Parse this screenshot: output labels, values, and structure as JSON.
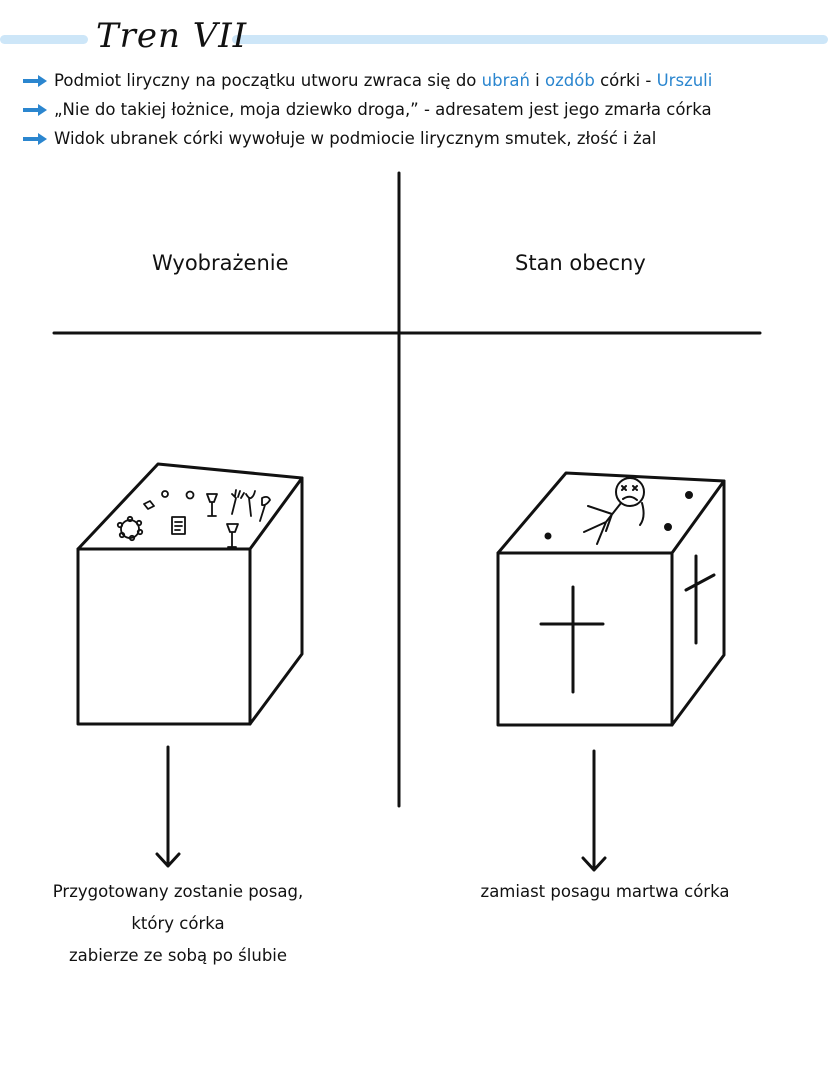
{
  "title": "Tren VII",
  "bullets": [
    {
      "segments": [
        {
          "text": "Podmiot liryczny na początku utworu zwraca się do ",
          "highlight": false
        },
        {
          "text": "ubrań",
          "highlight": true
        },
        {
          "text": " i ",
          "highlight": false
        },
        {
          "text": "ozdób",
          "highlight": true
        },
        {
          "text": " córki - ",
          "highlight": false
        },
        {
          "text": "Urszuli",
          "highlight": true
        }
      ]
    },
    {
      "segments": [
        {
          "text": "„Nie do takiej łożnice, moja dziewko droga,” - adresatem jest jego zmarła córka",
          "highlight": false
        }
      ]
    },
    {
      "segments": [
        {
          "text": "Widok ubranek córki wywołuje w podmiocie lirycznym smutek, złość i żal",
          "highlight": false
        }
      ]
    }
  ],
  "columns": {
    "left": {
      "heading": "Wyobrażenie",
      "caption_lines": [
        "Przygotowany zostanie posag,",
        "który córka",
        "zabierze ze sobą po ślubie"
      ]
    },
    "right": {
      "heading": "Stan obecny",
      "caption_lines": [
        "zamiast posagu martwa córka"
      ]
    }
  },
  "colors": {
    "accent": "#2b86cf",
    "title_bar": "#cde6f8",
    "ink": "#111111"
  },
  "icons": {
    "bullet": "arrow-right-icon",
    "left_box": "dowry-chest-icon",
    "right_box": "coffin-icon"
  }
}
